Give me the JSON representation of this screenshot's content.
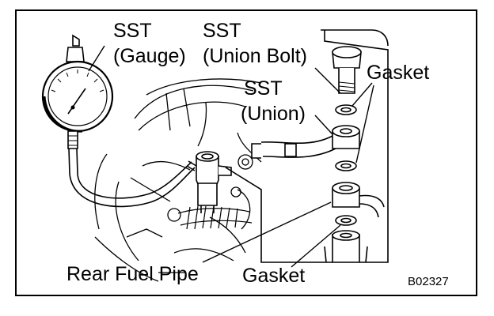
{
  "labels": {
    "sst_gauge_line1": "SST",
    "sst_gauge_line2": "(Gauge)",
    "sst_union_bolt_line1": "SST",
    "sst_union_bolt_line2": "(Union Bolt)",
    "sst_union_line1": "SST",
    "sst_union_line2": "(Union)",
    "gasket_top": "Gasket",
    "gasket_bottom": "Gasket",
    "rear_fuel_pipe": "Rear Fuel Pipe",
    "figure_code": "B02327"
  },
  "colors": {
    "ink": "#000000",
    "paper": "#ffffff",
    "shade": "#bdbdbd"
  },
  "icons": [
    "pressure-gauge-icon",
    "union-bolt-icon",
    "union-icon",
    "gasket-icon",
    "fuel-hose-icon"
  ]
}
